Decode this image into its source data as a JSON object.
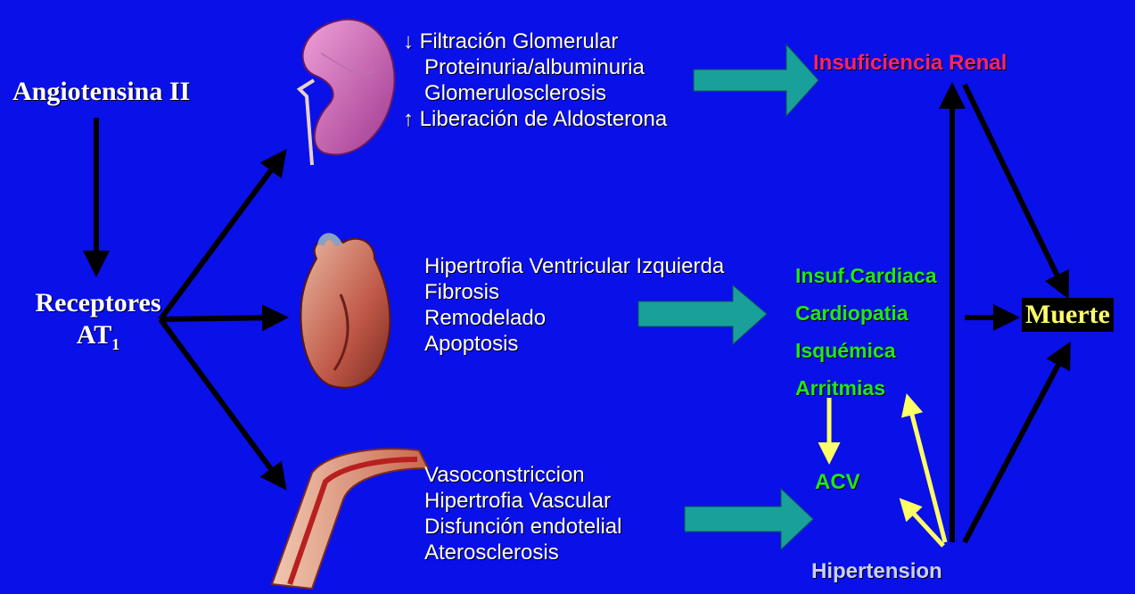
{
  "source": {
    "title": "Angiotensina II",
    "receptor_line1": "Receptores",
    "receptor_line2": "AT",
    "receptor_sub": "1"
  },
  "kidney": {
    "effects": [
      "↓ Filtración Glomerular",
      "Proteinuria/albuminuria",
      "Glomerulosclerosis",
      "↑ Liberación de Aldosterona"
    ],
    "outcome": "Insuficiencia Renal"
  },
  "heart": {
    "effects": [
      "Hipertrofia Ventricular Izquierda",
      "Fibrosis",
      "Remodelado",
      "Apoptosis"
    ],
    "outcomes": [
      "Insuf.Cardiaca",
      "Cardiopatia",
      "Isquémica",
      "Arritmias"
    ]
  },
  "vessel": {
    "effects": [
      "Vasoconstriccion",
      "Hipertrofia Vascular",
      "Disfunción endotelial",
      "Aterosclerosis"
    ],
    "outcome_acv": "ACV",
    "outcome_hypertension": "Hipertension"
  },
  "final": "Muerte",
  "colors": {
    "background": "#0a10e8",
    "renal": "#ff2266",
    "cardio": "#22e61a",
    "hypertension": "#c8d0ff",
    "teal_arrow": "#1aa09a",
    "yellow_arrow": "#ffff66"
  }
}
